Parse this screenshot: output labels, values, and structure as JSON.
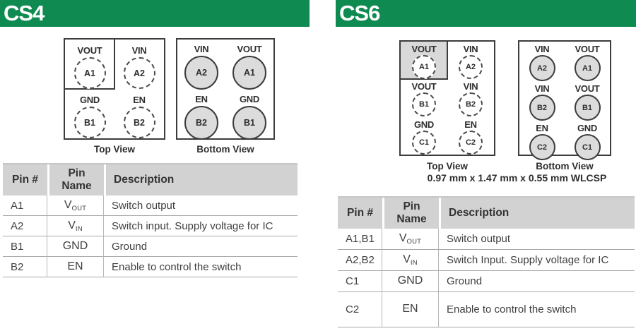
{
  "colors": {
    "accent_green": "#0f8a51",
    "header_gray": "#d2d2d2",
    "pad_gray": "#dcdcdc"
  },
  "cs4": {
    "title": "CS4",
    "top_view": {
      "caption": "Top View",
      "pins": [
        {
          "signal": "VOUT",
          "id": "A1"
        },
        {
          "signal": "VIN",
          "id": "A2"
        },
        {
          "signal": "GND",
          "id": "B1"
        },
        {
          "signal": "EN",
          "id": "B2"
        }
      ]
    },
    "bottom_view": {
      "caption": "Bottom View",
      "pins": [
        {
          "signal": "VIN",
          "id": "A2"
        },
        {
          "signal": "VOUT",
          "id": "A1"
        },
        {
          "signal": "EN",
          "id": "B2"
        },
        {
          "signal": "GND",
          "id": "B1"
        }
      ]
    },
    "table": {
      "col_pin": "Pin #",
      "col_name": "Pin Name",
      "col_desc": "Description",
      "rows": [
        {
          "pin": "A1",
          "name": "V",
          "sub": "OUT",
          "desc": "Switch output"
        },
        {
          "pin": "A2",
          "name": "V",
          "sub": "IN",
          "desc": "Switch input. Supply voltage for IC"
        },
        {
          "pin": "B1",
          "name": "GND",
          "sub": "",
          "desc": "Ground"
        },
        {
          "pin": "B2",
          "name": "EN",
          "sub": "",
          "desc": "Enable to control the switch"
        }
      ]
    }
  },
  "cs6": {
    "title": "CS6",
    "top_view": {
      "caption": "Top View",
      "pins": [
        {
          "signal": "VOUT",
          "id": "A1"
        },
        {
          "signal": "VIN",
          "id": "A2"
        },
        {
          "signal": "VOUT",
          "id": "B1"
        },
        {
          "signal": "VIN",
          "id": "B2"
        },
        {
          "signal": "GND",
          "id": "C1"
        },
        {
          "signal": "EN",
          "id": "C2"
        }
      ]
    },
    "bottom_view": {
      "caption": "Bottom View",
      "pins": [
        {
          "signal": "VIN",
          "id": "A2"
        },
        {
          "signal": "VOUT",
          "id": "A1"
        },
        {
          "signal": "VIN",
          "id": "B2"
        },
        {
          "signal": "VOUT",
          "id": "B1"
        },
        {
          "signal": "EN",
          "id": "C2"
        },
        {
          "signal": "GND",
          "id": "C1"
        }
      ]
    },
    "dimensions": "0.97 mm x 1.47 mm x 0.55 mm WLCSP",
    "table": {
      "col_pin": "Pin #",
      "col_name": "Pin Name",
      "col_desc": "Description",
      "rows": [
        {
          "pin": "A1,B1",
          "name": "V",
          "sub": "OUT",
          "desc": "Switch output"
        },
        {
          "pin": "A2,B2",
          "name": "V",
          "sub": "IN",
          "desc": "Switch Input. Supply voltage for IC"
        },
        {
          "pin": "C1",
          "name": "GND",
          "sub": "",
          "desc": "Ground"
        },
        {
          "pin": "C2",
          "name": "EN",
          "sub": "",
          "desc": "Enable to control the switch"
        }
      ]
    }
  }
}
